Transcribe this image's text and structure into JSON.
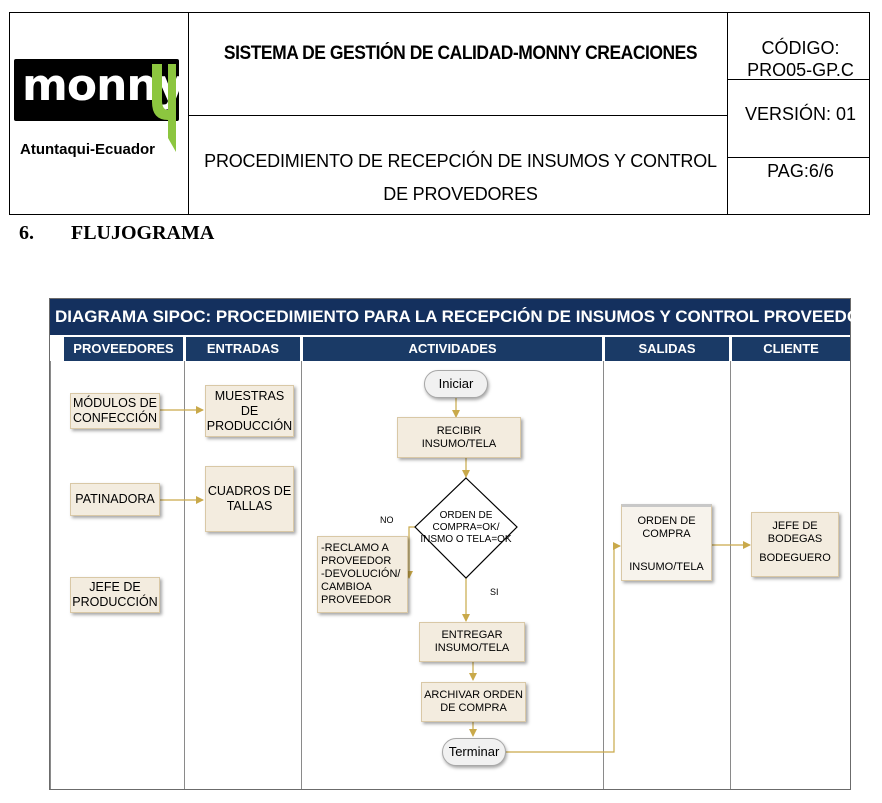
{
  "header": {
    "logo_text": "monny",
    "location": "Atuntaqui-Ecuador",
    "system_title": "SISTEMA DE GESTIÓN DE CALIDAD-MONNY CREACIONES",
    "procedure_title_line1": "PROCEDIMIENTO DE RECEPCIÓN DE INSUMOS Y CONTROL",
    "procedure_title_line2": "DE PROVEDORES",
    "code_label": "CÓDIGO:",
    "code_value": "PRO05-GP.C",
    "version": "VERSIÓN: 01",
    "page": "PAG:6/6"
  },
  "section": {
    "number": "6.",
    "title": "FLUJOGRAMA"
  },
  "diagram": {
    "title": "DIAGRAMA SIPOC: PROCEDIMIENTO PARA LA RECEPCIÓN DE INSUMOS Y CONTROL PROVEEDORES",
    "lanes": [
      "PROVEEDORES",
      "ENTRADAS",
      "ACTIVIDADES",
      "SALIDAS",
      "CLIENTE"
    ],
    "suppliers": [
      "MÓDULOS DE CONFECCIÓN",
      "PATINADORA",
      "JEFE DE PRODUCCIÓN"
    ],
    "inputs": [
      "MUESTRAS DE PRODUCCIÓN",
      "CUADROS DE TALLAS"
    ],
    "activities": {
      "start": "Iniciar",
      "receive": "RECIBIR INSUMO/TELA",
      "decision_line1": "ORDEN DE",
      "decision_line2": "COMPRA=OK/",
      "decision_line3": "INSMO O TELA=OK",
      "no_label": "NO",
      "yes_label": "SI",
      "reject_line1": "-RECLAMO A",
      "reject_line2": "PROVEEDOR",
      "reject_line3": "-DEVOLUCIÓN/",
      "reject_line4": "CAMBIOA",
      "reject_line5": "PROVEEDOR",
      "deliver": "ENTREGAR INSUMO/TELA",
      "archive": "ARCHIVAR ORDEN DE COMPRA",
      "end": "Terminar"
    },
    "outputs": {
      "line1": "ORDEN DE",
      "line2": "COMPRA",
      "line3": "INSUMO/TELA"
    },
    "client": {
      "line1": "JEFE DE",
      "line2": "BODEGAS",
      "line3": "BODEGUERO"
    }
  },
  "colors": {
    "title_bar": "#14305e",
    "lane_header": "#1a3a66",
    "box_fill": "#f3ecdf",
    "arrow": "#c9a94a"
  }
}
